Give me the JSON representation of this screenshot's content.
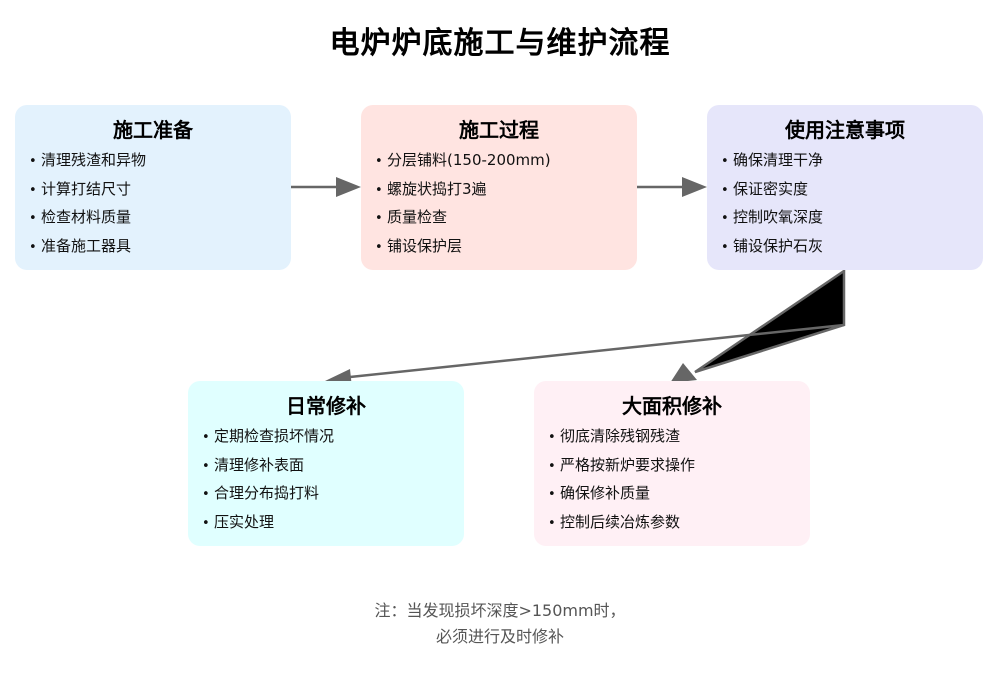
{
  "title": "电炉炉底施工与维护流程",
  "colors": {
    "prep_bg": "#e3f2fd",
    "process_bg": "#ffe4e1",
    "usage_bg": "#e6e6fa",
    "daily_bg": "#e0ffff",
    "major_bg": "#fff0f5",
    "edge": "#666666",
    "edge_fill_artifact": "#000000"
  },
  "nodes": [
    {
      "id": "prep",
      "title": "施工准备",
      "items": [
        "清理残渣和异物",
        "计算打结尺寸",
        "检查材料质量",
        "准备施工器具"
      ]
    },
    {
      "id": "process",
      "title": "施工过程",
      "items": [
        "分层铺料(150-200mm)",
        "螺旋状捣打3遍",
        "质量检查",
        "铺设保护层"
      ]
    },
    {
      "id": "usage",
      "title": "使用注意事项",
      "items": [
        "确保清理干净",
        "保证密实度",
        "控制吹氧深度",
        "铺设保护石灰"
      ]
    },
    {
      "id": "daily",
      "title": "日常修补",
      "items": [
        "定期检查损坏情况",
        "清理修补表面",
        "合理分布捣打料",
        "压实处理"
      ]
    },
    {
      "id": "major",
      "title": "大面积修补",
      "items": [
        "彻底清除残钢残渣",
        "严格按新炉要求操作",
        "确保修补质量",
        "控制后续冶炼参数"
      ]
    }
  ],
  "edges": [
    {
      "from": "prep",
      "to": "process"
    },
    {
      "from": "process",
      "to": "usage"
    },
    {
      "from": "usage",
      "to": "daily"
    },
    {
      "from": "usage",
      "to": "major"
    }
  ],
  "bullet": "•",
  "note": {
    "line1": "注：当发现损坏深度>150mm时，",
    "line2": "必须进行及时修补"
  }
}
